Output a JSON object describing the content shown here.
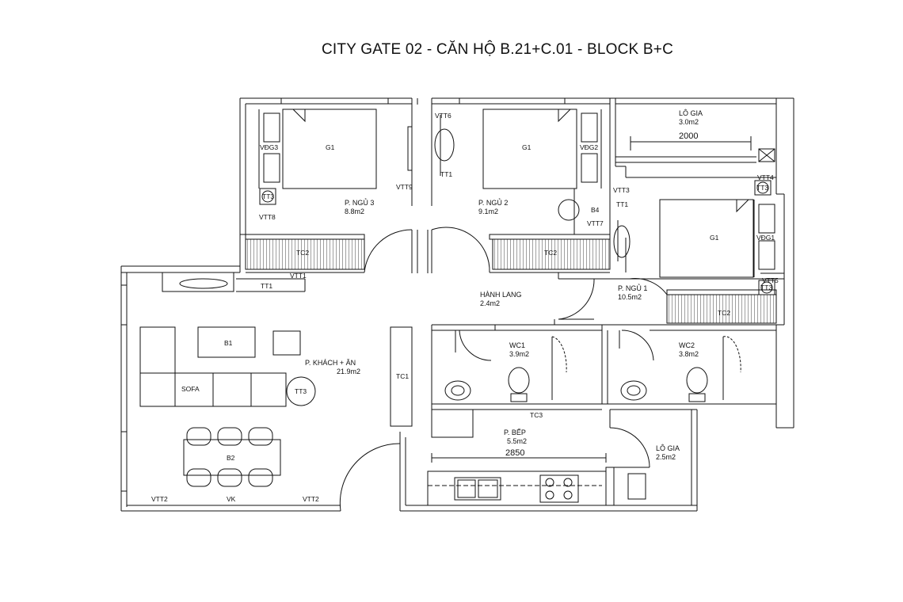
{
  "title": "CITY GATE 02 - CĂN HỘ B.21+C.01 - BLOCK B+C",
  "rooms": {
    "bedroom3": {
      "name": "P. NGỦ 3",
      "area": "8.8m2"
    },
    "bedroom2": {
      "name": "P. NGỦ 2",
      "area": "9.1m2"
    },
    "bedroom1": {
      "name": "P. NGỦ 1",
      "area": "10.5m2"
    },
    "balcony_top": {
      "name": "LÔ GIA",
      "area": "3.0m2"
    },
    "hallway": {
      "name": "HÀNH LANG",
      "area": "2.4m2"
    },
    "living": {
      "name": "P. KHÁCH + ĂN",
      "area": "21.9m2"
    },
    "wc1": {
      "name": "WC1",
      "area": "3.9m2"
    },
    "wc2": {
      "name": "WC2",
      "area": "3.8m2"
    },
    "kitchen": {
      "name": "P. BẾP",
      "area": "5.5m2"
    },
    "balcony_bottom": {
      "name": "LÔ GIA",
      "area": "2.5m2"
    }
  },
  "dimensions": {
    "balcony_width": "2000",
    "kitchen_width": "2850"
  },
  "labels": {
    "g1": "G1",
    "vdg3": "VĐG3",
    "vdg2": "VĐG2",
    "vdg1": "VĐG1",
    "tt3": "TT3",
    "tt1": "TT1",
    "tt4": "VTT4",
    "tt5": "VTT5",
    "vtt8": "VTT8",
    "vtt9": "VTT9",
    "vtt6": "VTT6",
    "vtt7": "VTT7",
    "vtt3": "VTT3",
    "vtt1": "VTT1",
    "vtt2": "VTT2",
    "tc1": "TC1",
    "tc2": "TC2",
    "tc3": "TC3",
    "b1": "B1",
    "b2": "B2",
    "b4": "B4",
    "sofa": "SOFA",
    "vk": "VK"
  }
}
